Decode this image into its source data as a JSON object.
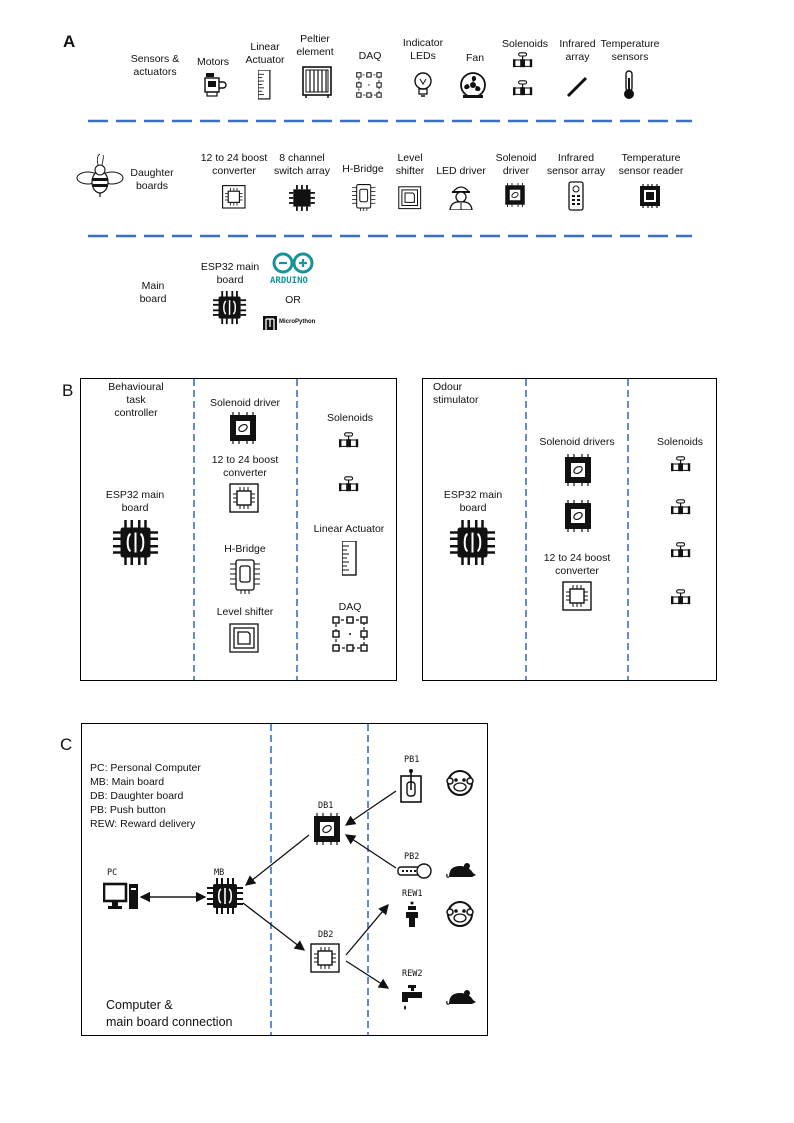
{
  "colors": {
    "accent_dashes": "#3b6fc4",
    "arduino": "#17939b",
    "ink": "#111111"
  },
  "panel_a": {
    "label": "A",
    "row1_title": "Sensors &\nactuators",
    "row1": [
      "Motors",
      "Linear\nActuator",
      "Peltier\nelement",
      "DAQ",
      "Indicator\nLEDs",
      "Fan",
      "Solenoids",
      "Infrared\narray",
      "Temperature\nsensors"
    ],
    "row2_title": "Daughter\nboards",
    "row2": [
      "12 to 24 boost\nconverter",
      "8 channel\nswitch array",
      "H-Bridge",
      "Level\nshifter",
      "LED driver",
      "Solenoid\ndriver",
      "Infrared\nsensor array",
      "Temperature\nsensor reader"
    ],
    "row3_title": "Main\nboard",
    "esp32": "ESP32 main\nboard",
    "arduino_logo": "ARDUINO",
    "or": "OR",
    "micropython": "MicroPython"
  },
  "panel_b": {
    "label": "B",
    "left_title": "Behavioural\ntask\ncontroller",
    "left_main": "ESP32 main\nboard",
    "left_mid": [
      "Solenoid driver",
      "12 to 24 boost\nconverter",
      "H-Bridge",
      "Level shifter"
    ],
    "left_right": [
      "Solenoids",
      "Linear Actuator",
      "DAQ"
    ],
    "right_title": "Odour\nstimulator",
    "right_main": "ESP32 main\nboard",
    "right_mid": [
      "Solenoid drivers",
      "12 to 24 boost\nconverter"
    ],
    "right_right": [
      "Solenoids"
    ]
  },
  "panel_c": {
    "label": "C",
    "legend": [
      "PC: Personal Computer",
      "MB: Main board",
      "DB: Daughter board",
      "PB: Push button",
      "REW: Reward delivery"
    ],
    "nodes": {
      "pc": "PC",
      "mb": "MB",
      "db1": "DB1",
      "db2": "DB2",
      "pb1": "PB1",
      "pb2": "PB2",
      "rew1": "REW1",
      "rew2": "REW2"
    },
    "caption": "Computer &\nmain board connection"
  }
}
